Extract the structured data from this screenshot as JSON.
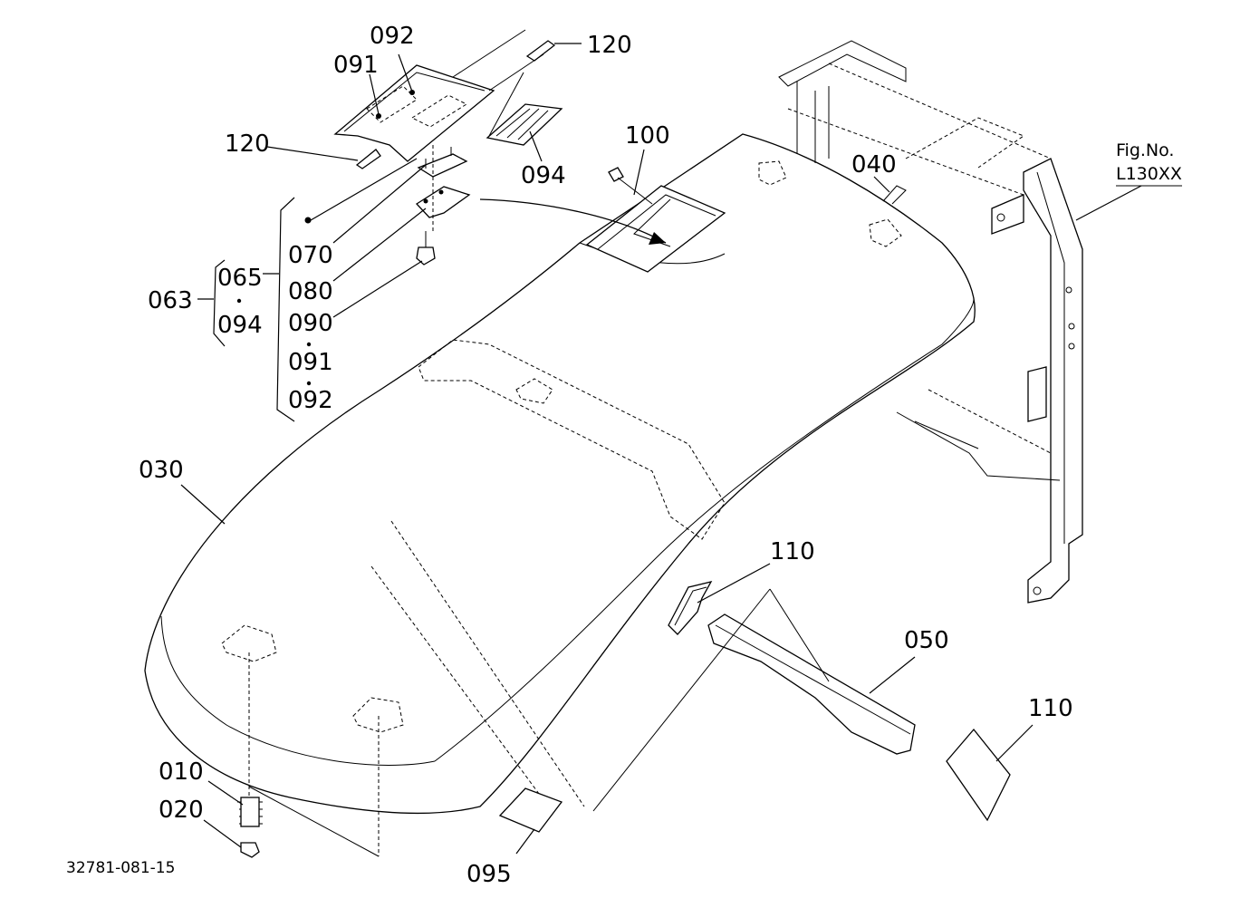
{
  "labels": {
    "p010": "010",
    "p020": "020",
    "p030": "030",
    "p040": "040",
    "p050": "050",
    "p063": "063",
    "p065": "065",
    "p070": "070",
    "p080": "080",
    "p090": "090",
    "p091_list": "091",
    "p092_list": "092",
    "p094_list": "094",
    "p091_top": "091",
    "p092_top": "092",
    "p094_top": "094",
    "p095": "095",
    "p100": "100",
    "p110_upper": "110",
    "p110_lower": "110",
    "p120_upper": "120",
    "p120_left": "120"
  },
  "fig_ref": {
    "line1": "Fig.No.",
    "line2": "L130XX"
  },
  "drawing_number": "32781-081-15"
}
